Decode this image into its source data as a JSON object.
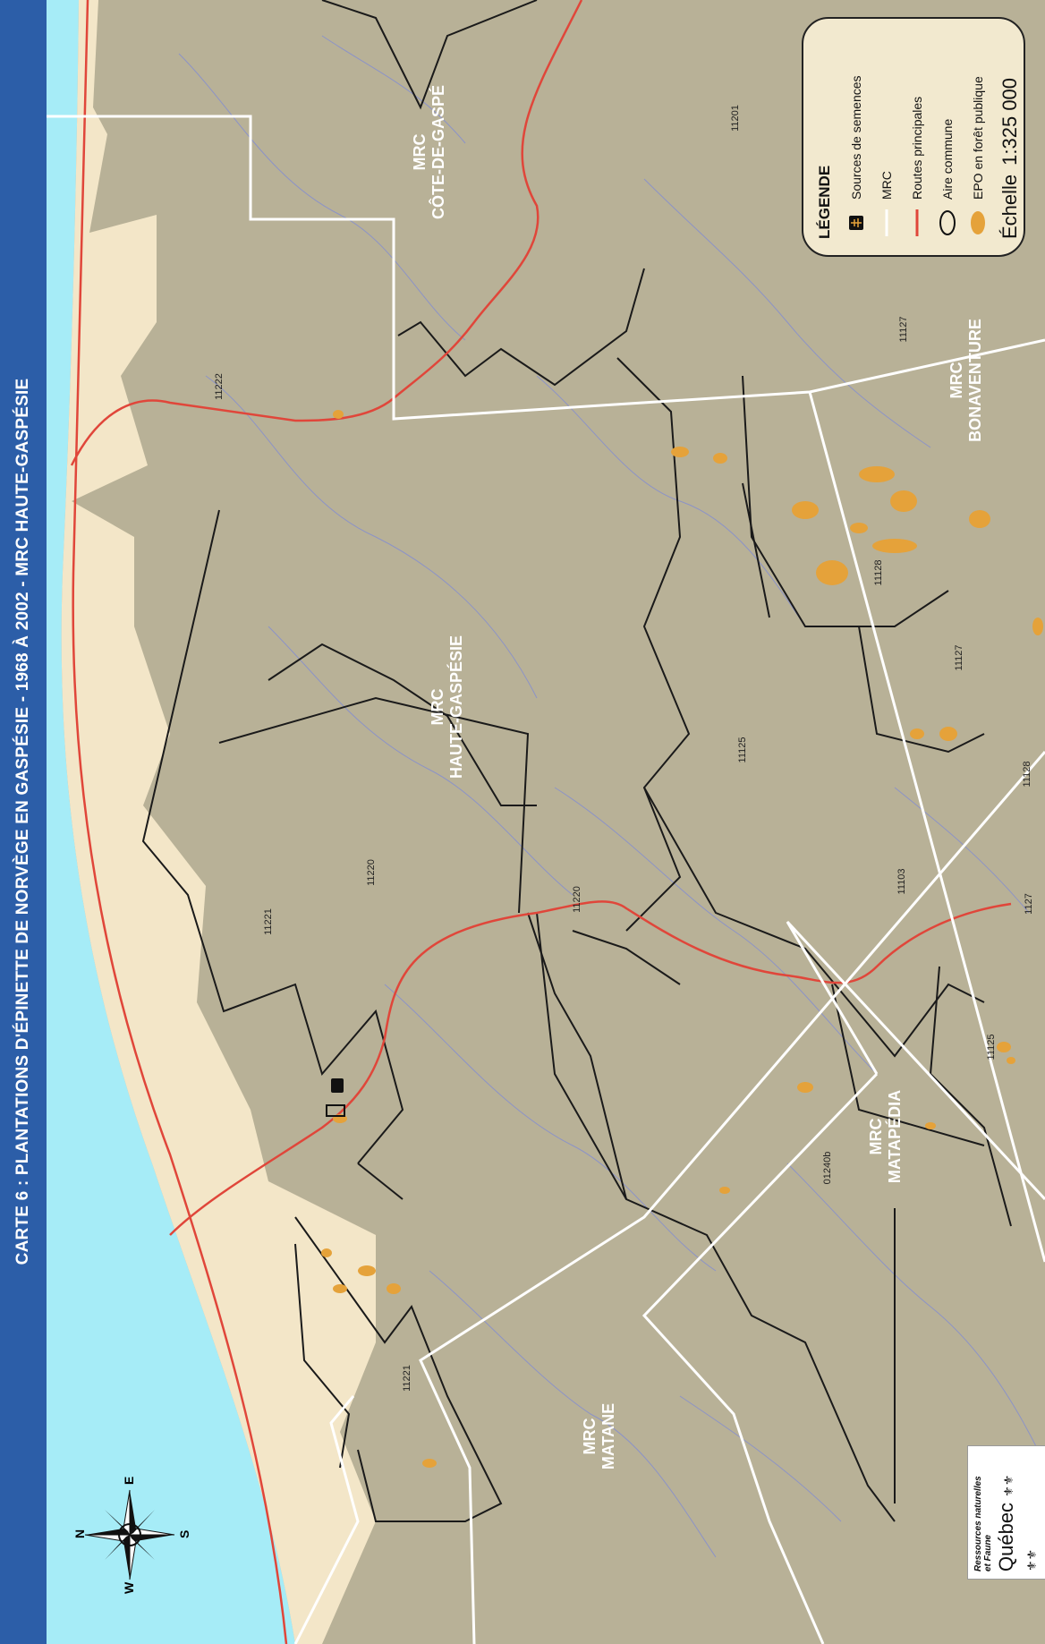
{
  "title": "CARTE 6 : PLANTATIONS D'ÉPINETTE DE NORVÈGE EN GASPÉSIE - 1968 À 2002 - MRC HAUTE-GASPÉSIE",
  "mrc_labels": [
    {
      "line1": "MRC",
      "line2": "CÔTE-DE-GASPÉ"
    },
    {
      "line1": "MRC",
      "line2": "HAUTE-GASPÉSIE"
    },
    {
      "line1": "MRC",
      "line2": "BONAVENTURE"
    },
    {
      "line1": "MRC",
      "line2": "MATAPÉDIA"
    },
    {
      "line1": "MRC",
      "line2": "MATANE"
    }
  ],
  "unit_codes": [
    "11201",
    "11222",
    "11127",
    "11128",
    "11127",
    "11125",
    "11220",
    "11220",
    "11221",
    "11103",
    "11128",
    "11125",
    "01240b",
    "11221",
    "1127"
  ],
  "legend": {
    "title": "LÉGENDE",
    "items": [
      {
        "label": "Sources de semences",
        "symbol": "seed-source-icon"
      },
      {
        "label": "MRC",
        "symbol": "white-line"
      },
      {
        "label": "Routes principales",
        "symbol": "red-line"
      },
      {
        "label": "Aire commune",
        "symbol": "black-outline"
      },
      {
        "label": "EPO en forêt publique",
        "symbol": "orange-patch"
      }
    ],
    "scale_label": "Échelle",
    "scale_value": "1:325 000"
  },
  "compass": {
    "n": "N",
    "e": "E",
    "s": "S",
    "w": "W"
  },
  "logo": {
    "line1": "Ressources naturelles",
    "line2": "et Faune",
    "name": "Québec"
  },
  "colors": {
    "sea": "#a6ecf7",
    "coast": "#f3e6c8",
    "land": "#b8b197",
    "road": "#e0463a",
    "mrc_line": "#ffffff",
    "epo": "#e5a23a",
    "river": "#8c93c7",
    "title_band": "#2c5ea8"
  }
}
